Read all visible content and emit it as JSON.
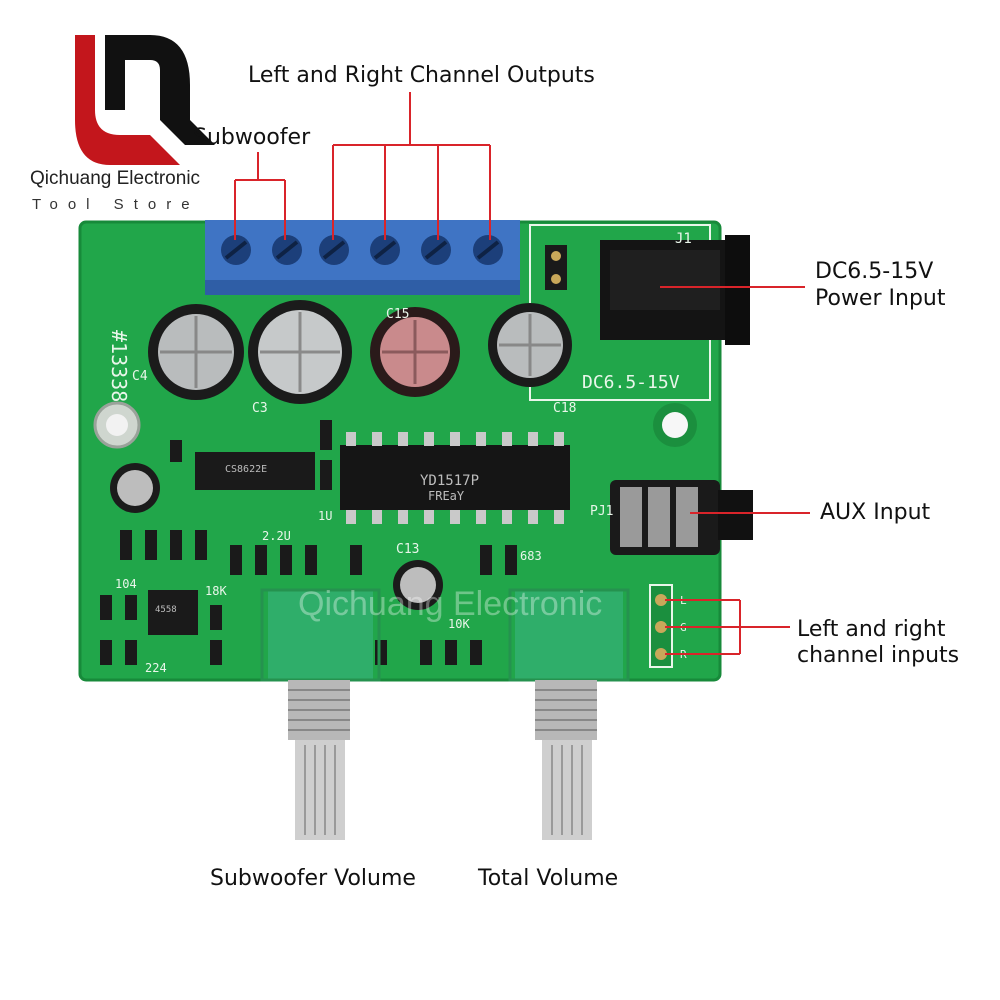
{
  "brand": {
    "name": "Qichuang Electronic",
    "subtitle": "Tool Store",
    "watermark_text": "Qichuang Electronic"
  },
  "callouts": {
    "outputs": "Left and Right Channel Outputs",
    "subwoofer": "Subwoofer",
    "power_line1": "DC6.5-15V",
    "power_line2": "Power Input",
    "aux": "AUX Input",
    "inputs_line1": "Left and right",
    "inputs_line2": "channel inputs",
    "sub_volume": "Subwoofer Volume",
    "total_volume": "Total Volume"
  },
  "silkscreen": {
    "board_id": "#13338",
    "jack_label": "J1",
    "dc_label": "DC6.5-15V",
    "chip_main": "YD1517P",
    "chip_main_sub": "FREaY",
    "chip_left": "CS8622E",
    "chip_opamp": "4558",
    "cap_c15": "C15",
    "cap_c18": "C18",
    "cap_c13": "C13",
    "cap_c3": "C3",
    "cap_c4": "C4",
    "aux_ref": "PJ1",
    "r104": "104",
    "r10k": "10K",
    "r22u": "2.2U",
    "r683": "683",
    "r18k": "18K",
    "r224": "224",
    "r1u": "1U",
    "pin_l": "L",
    "pin_g": "G",
    "pin_r": "R"
  },
  "colors": {
    "pcb": "#21a64a",
    "terminal": "#3f74c4",
    "pot": "#2fae6a",
    "callout_line": "#d9242a",
    "logo": "#c3161c"
  }
}
